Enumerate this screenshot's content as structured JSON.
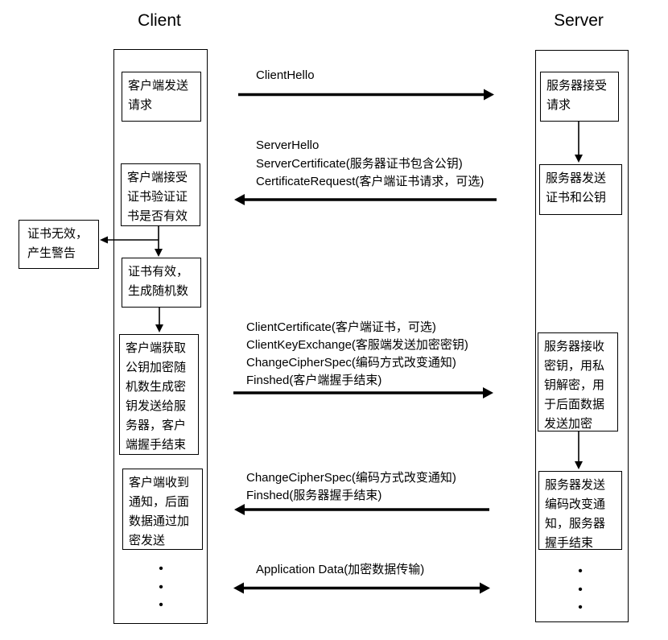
{
  "titles": {
    "client": "Client",
    "server": "Server"
  },
  "client_lane": {
    "boxes": [
      {
        "text": "客户端发送\n请求"
      },
      {
        "text": "客户端接受\n证书验证证\n书是否有效"
      },
      {
        "text": "证书有效，\n生成随机数"
      },
      {
        "text": "客户端获取\n公钥加密随\n机数生成密\n钥发送给服\n务器，客户\n端握手结束"
      },
      {
        "text": "客户端收到\n通知，后面\n数据通过加\n密发送"
      }
    ],
    "ellipsis": "•\n•\n•"
  },
  "server_lane": {
    "boxes": [
      {
        "text": "服务器接受\n请求"
      },
      {
        "text": "服务器发送\n证书和公钥"
      },
      {
        "text": "服务器接收\n密钥，用私\n钥解密，用\n于后面数据\n发送加密"
      },
      {
        "text": "服务器发送\n编码改变通\n知，服务器\n握手结束"
      }
    ],
    "ellipsis": "•\n•\n•"
  },
  "alert_box": {
    "text": "证书无效，\n产生警告"
  },
  "messages": [
    {
      "text": "ClientHello",
      "direction": "client-to-server"
    },
    {
      "text": "ServerHello\nServerCertificate(服务器证书包含公钥)\nCertificateRequest(客户端证书请求，可选)",
      "direction": "server-to-client"
    },
    {
      "text": "ClientCertificate(客户端证书，可选)\nClientKeyExchange(客服端发送加密密钥)\nChangeCipherSpec(编码方式改变通知)\nFinshed(客户端握手结束)",
      "direction": "client-to-server"
    },
    {
      "text": "ChangeCipherSpec(编码方式改变通知)\nFinshed(服务器握手结束)",
      "direction": "server-to-client"
    },
    {
      "text": "Application Data(加密数据传输)",
      "direction": "bidirectional"
    }
  ],
  "colors": {
    "line": "#000000",
    "background": "#ffffff",
    "text": "#000000"
  }
}
